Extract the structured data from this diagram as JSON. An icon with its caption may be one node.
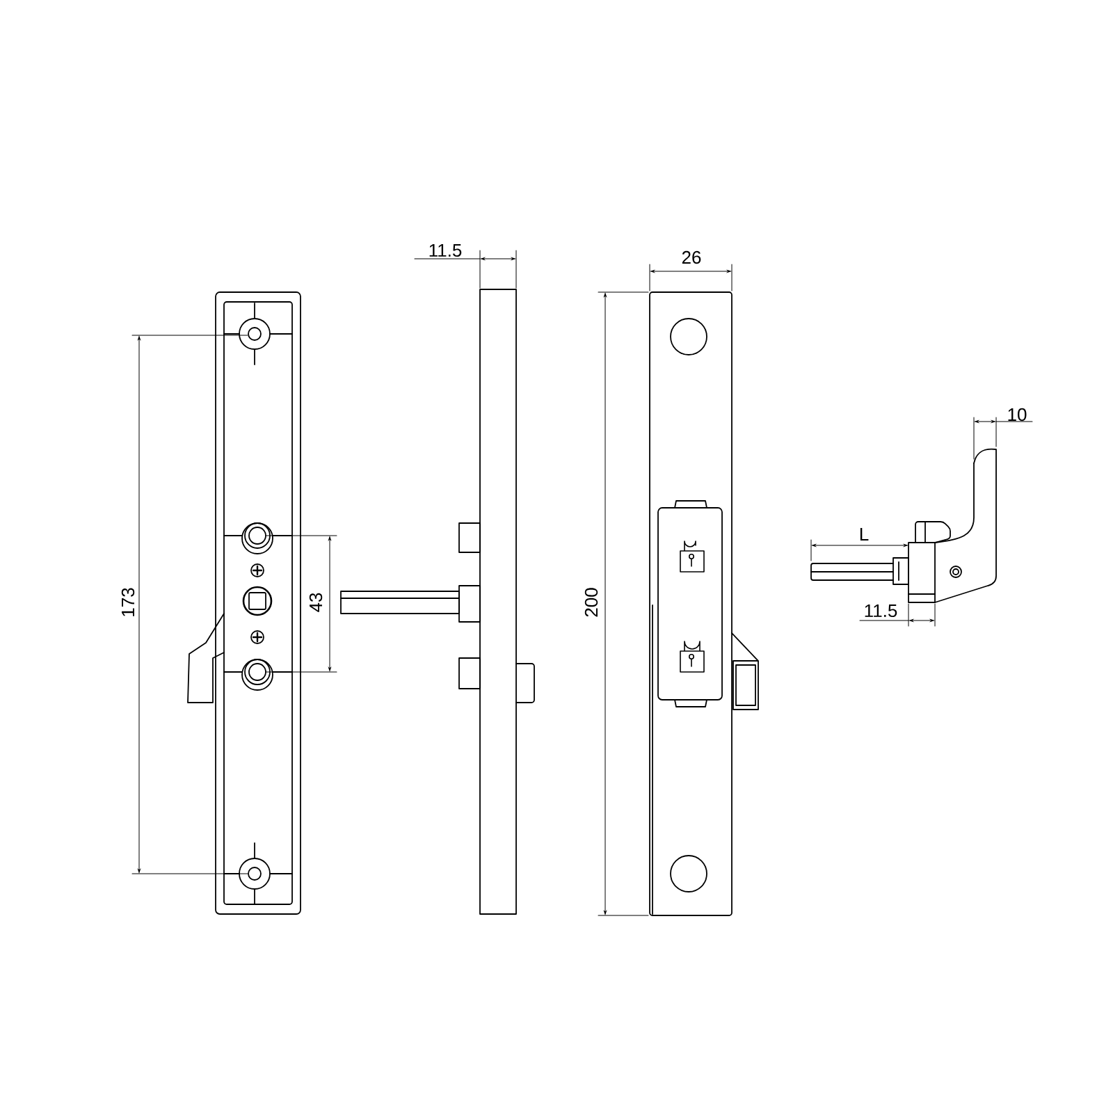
{
  "diagram": {
    "labels": [
      "11.5",
      "26",
      "10",
      "173",
      "43",
      "200",
      "L",
      "11.5"
    ]
  }
}
